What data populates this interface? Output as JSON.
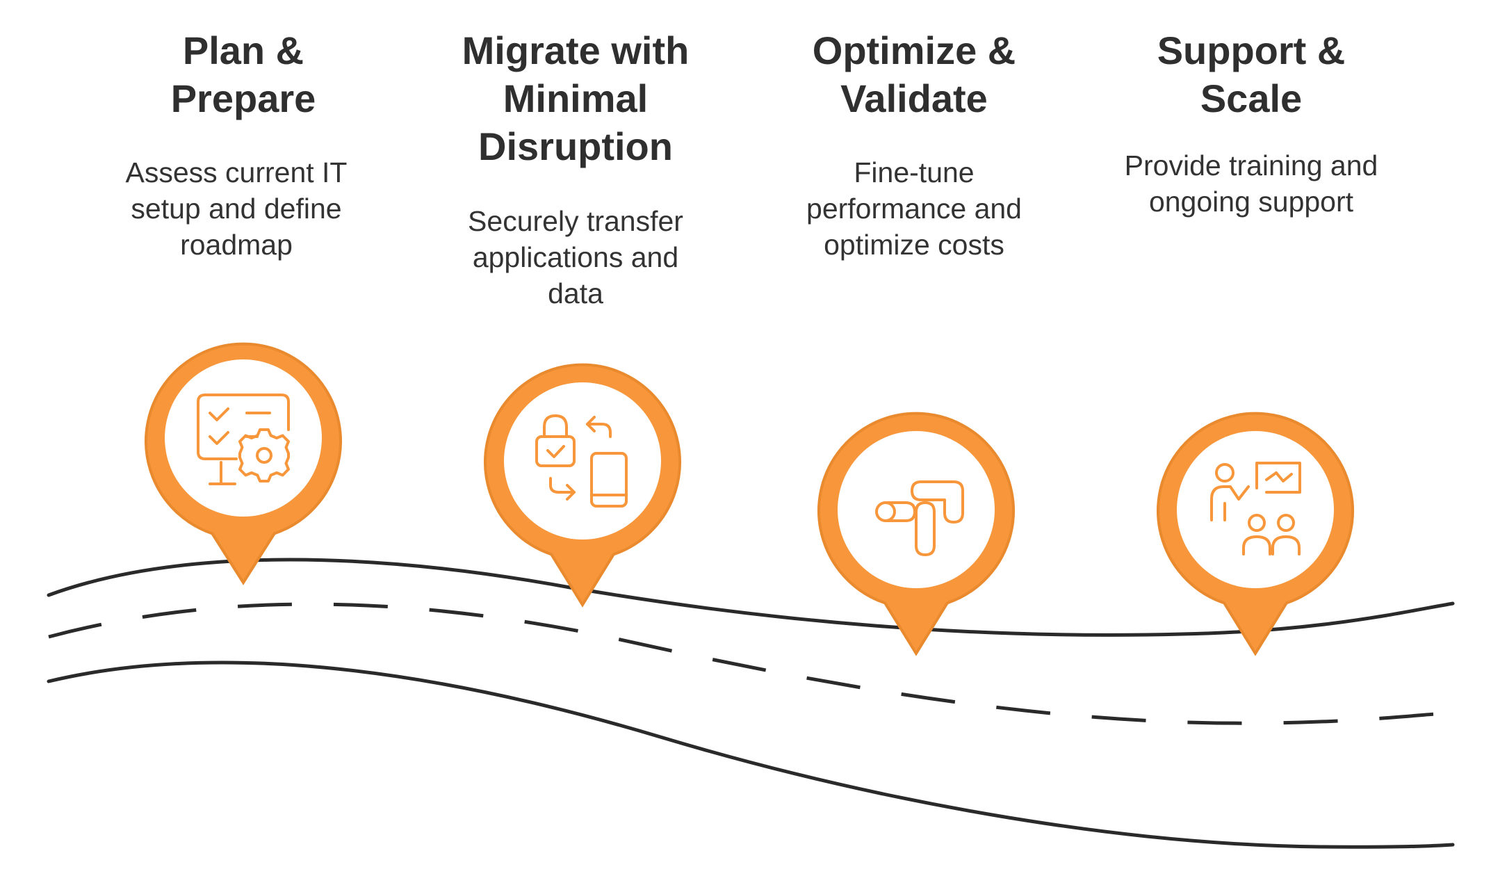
{
  "steps": [
    {
      "title": "Plan & Prepare",
      "title_lines": [
        "Plan &",
        "Prepare"
      ],
      "description_lines": [
        "Assess current IT",
        "setup and define",
        "roadmap"
      ],
      "icon": "monitor-checklist-gear-icon"
    },
    {
      "title": "Migrate with Minimal Disruption",
      "title_lines": [
        "Migrate with",
        "Minimal",
        "Disruption"
      ],
      "description_lines": [
        "Securely transfer",
        "applications and",
        "data"
      ],
      "icon": "lock-transfer-device-icon"
    },
    {
      "title": "Optimize & Validate",
      "title_lines": [
        "Optimize &",
        "Validate"
      ],
      "description_lines": [
        "Fine-tune",
        "performance and",
        "optimize costs"
      ],
      "icon": "optimize-arrow-icon"
    },
    {
      "title": "Support & Scale",
      "title_lines": [
        "Support &",
        "Scale"
      ],
      "description_lines": [
        "Provide training and",
        "ongoing support"
      ],
      "icon": "presenter-training-icon"
    }
  ],
  "colors": {
    "pin_fill": "#F7963A",
    "pin_stroke": "#E98A2E",
    "icon_stroke": "#F7963A",
    "road_stroke": "#2a2a2a",
    "text": "#2f2f2f"
  }
}
